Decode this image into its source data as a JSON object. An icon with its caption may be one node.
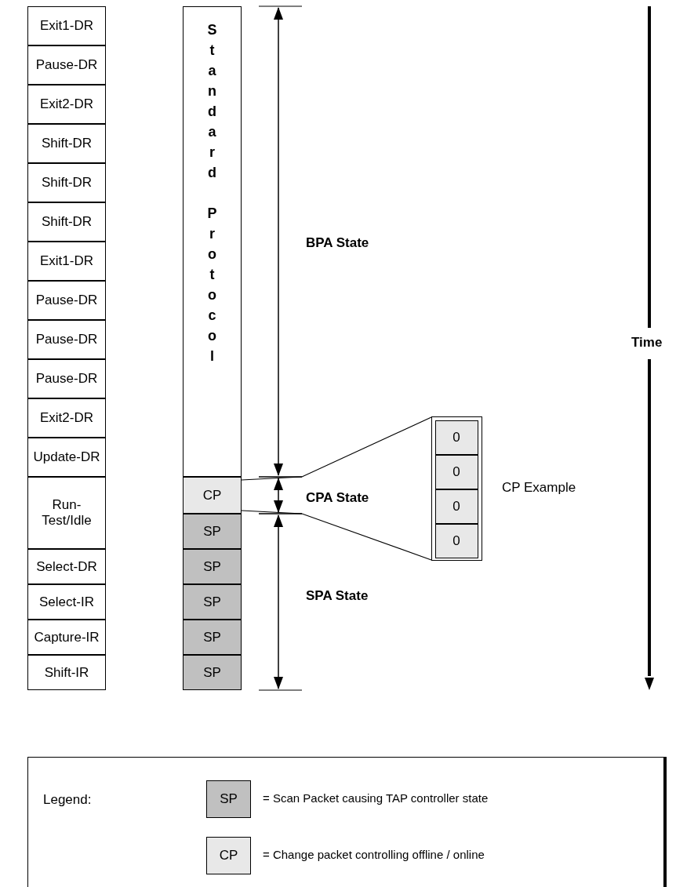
{
  "diagram": {
    "nodes": [
      {
        "text": [
          "Exit1-DR"
        ]
      },
      {
        "text": [
          "Pause-DR"
        ]
      },
      {
        "text": [
          "Exit2-DR"
        ]
      },
      {
        "text": [
          "Shift-DR"
        ]
      },
      {
        "text": [
          "Shift-DR"
        ]
      },
      {
        "text": [
          "Shift-DR"
        ]
      },
      {
        "text": [
          "Exit1-DR"
        ]
      },
      {
        "text": [
          "Pause-DR"
        ]
      },
      {
        "text": [
          "Pause-DR"
        ]
      },
      {
        "text": [
          "Pause-DR"
        ]
      },
      {
        "text": [
          "Exit2-DR"
        ]
      },
      {
        "text": [
          "Update-DR"
        ]
      },
      {
        "text": [
          "Run-Test/Idle"
        ]
      },
      {
        "text": [
          "Select-DR"
        ]
      },
      {
        "text": [
          "Select-IR"
        ]
      },
      {
        "text": [
          "Capture-IR"
        ]
      },
      {
        "text": [
          "Shift-IR"
        ]
      },
      {
        "text": [
          "Standard Protocol"
        ]
      },
      {
        "text": [
          "CP"
        ]
      },
      {
        "text": [
          "SP"
        ]
      },
      {
        "text": [
          "SP"
        ]
      },
      {
        "text": [
          "SP"
        ]
      },
      {
        "text": [
          "SP"
        ]
      },
      {
        "text": [
          "SP"
        ]
      },
      {
        "text": [],
        "shape": "box",
        "beside": [
          "CP Example"
        ]
      },
      {
        "text": [
          "0"
        ],
        "in": 24
      },
      {
        "text": [
          "0"
        ],
        "in": 24
      },
      {
        "text": [
          "0"
        ],
        "in": 24
      },
      {
        "text": [
          "0"
        ],
        "in": 24
      }
    ],
    "edges": [
      {
        "from": 18,
        "to": 24,
        "arrow": "none"
      }
    ],
    "labels": [
      "BPA State",
      "CPA State",
      "SPA State",
      "Time",
      "Legend:",
      "SP",
      "CP"
    ],
    "legend": [
      {
        "text": "= Scan Packet causing TAP controller  state",
        "color": "#c0c0c0"
      },
      {
        "text": "= Change packet controlling offline / online",
        "color": "#e8e8e8"
      }
    ]
  }
}
